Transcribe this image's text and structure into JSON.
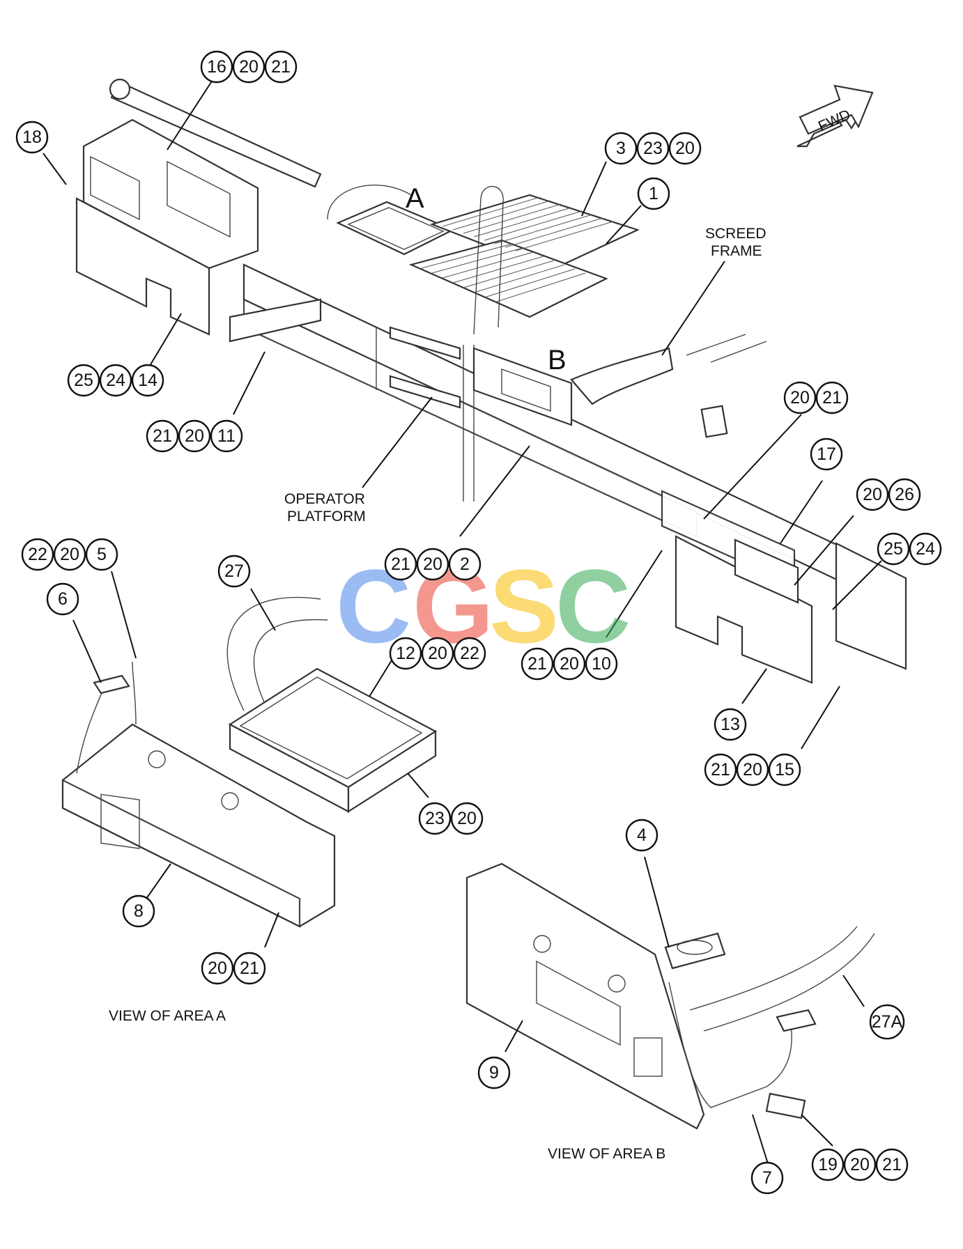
{
  "direction_arrow": {
    "label": "FWD"
  },
  "area_markers": [
    "A",
    "B"
  ],
  "labels": {
    "screed_frame_1": "SCREED",
    "screed_frame_2": "FRAME",
    "operator_platform_1": "OPERATOR",
    "operator_platform_2": "PLATFORM",
    "view_area_a": "VIEW OF AREA A",
    "view_area_b": "VIEW OF AREA B"
  },
  "watermark": {
    "letters": [
      "C",
      "G",
      "S",
      "C"
    ],
    "colors": [
      "#4a86e8",
      "#ea4335",
      "#fbbc04",
      "#34a853"
    ]
  },
  "callout_groups": [
    {
      "id": "g-16-20-21",
      "numbers": [
        "16",
        "20",
        "21"
      ]
    },
    {
      "id": "g-18",
      "numbers": [
        "18"
      ]
    },
    {
      "id": "g-3-23-20",
      "numbers": [
        "3",
        "23",
        "20"
      ]
    },
    {
      "id": "g-1",
      "numbers": [
        "1"
      ]
    },
    {
      "id": "g-25-24-14",
      "numbers": [
        "25",
        "24",
        "14"
      ]
    },
    {
      "id": "g-21-20-11",
      "numbers": [
        "21",
        "20",
        "11"
      ]
    },
    {
      "id": "g-20-21-top",
      "numbers": [
        "20",
        "21"
      ]
    },
    {
      "id": "g-17",
      "numbers": [
        "17"
      ]
    },
    {
      "id": "g-20-26",
      "numbers": [
        "20",
        "26"
      ]
    },
    {
      "id": "g-25-24",
      "numbers": [
        "25",
        "24"
      ]
    },
    {
      "id": "g-22-20-5",
      "numbers": [
        "22",
        "20",
        "5"
      ]
    },
    {
      "id": "g-6",
      "numbers": [
        "6"
      ]
    },
    {
      "id": "g-27",
      "numbers": [
        "27"
      ]
    },
    {
      "id": "g-21-20-2",
      "numbers": [
        "21",
        "20",
        "2"
      ]
    },
    {
      "id": "g-12-20-22",
      "numbers": [
        "12",
        "20",
        "22"
      ]
    },
    {
      "id": "g-21-20-10",
      "numbers": [
        "21",
        "20",
        "10"
      ]
    },
    {
      "id": "g-13",
      "numbers": [
        "13"
      ]
    },
    {
      "id": "g-21-20-15",
      "numbers": [
        "21",
        "20",
        "15"
      ]
    },
    {
      "id": "g-23-20",
      "numbers": [
        "23",
        "20"
      ]
    },
    {
      "id": "g-8",
      "numbers": [
        "8"
      ]
    },
    {
      "id": "g-20-21-bottom",
      "numbers": [
        "20",
        "21"
      ]
    },
    {
      "id": "g-4",
      "numbers": [
        "4"
      ]
    },
    {
      "id": "g-9",
      "numbers": [
        "9"
      ]
    },
    {
      "id": "g-27A",
      "numbers": [
        "27A"
      ]
    },
    {
      "id": "g-7",
      "numbers": [
        "7"
      ]
    },
    {
      "id": "g-19-20-21",
      "numbers": [
        "19",
        "20",
        "21"
      ]
    }
  ]
}
